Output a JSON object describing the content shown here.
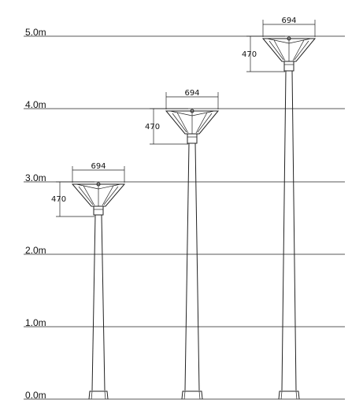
{
  "levels": [
    {
      "label": "5.0m"
    },
    {
      "label": "4.0m"
    },
    {
      "label": "3.0m"
    },
    {
      "label": "2.0m"
    },
    {
      "label": "1.0m"
    },
    {
      "label": "0.0m"
    }
  ],
  "lamps": [
    {
      "width_label": "694",
      "height_label": "470"
    },
    {
      "width_label": "694",
      "height_label": "470"
    },
    {
      "width_label": "694",
      "height_label": "470"
    }
  ]
}
